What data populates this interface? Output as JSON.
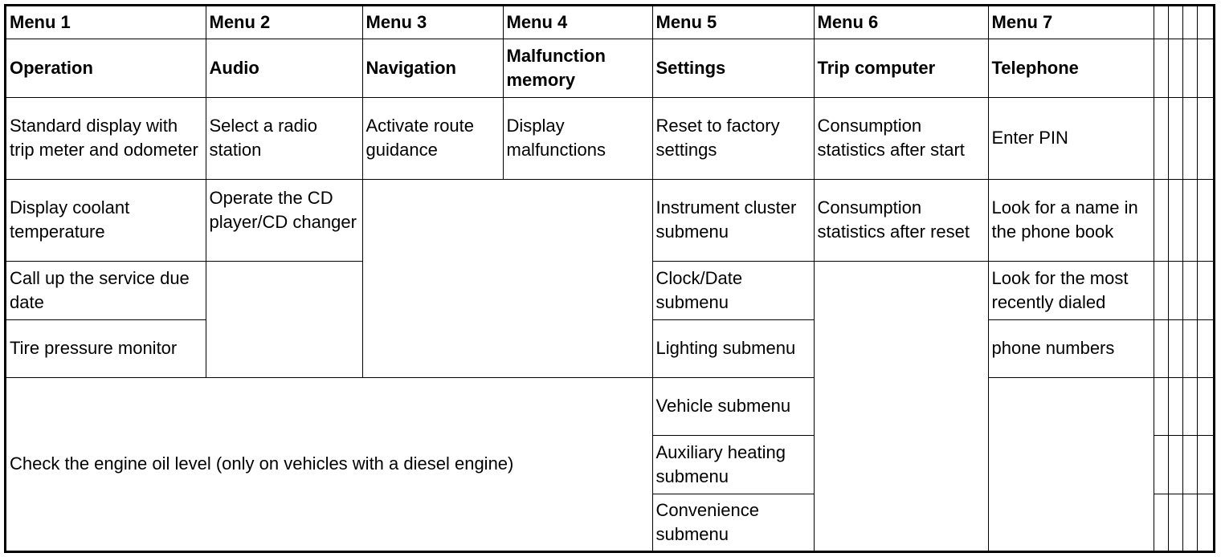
{
  "menus": [
    {
      "number": "Menu 1",
      "title": "Operation"
    },
    {
      "number": "Menu 2",
      "title": "Audio"
    },
    {
      "number": "Menu 3",
      "title": "Navigation"
    },
    {
      "number": "Menu 4",
      "title": "Malfunction memory"
    },
    {
      "number": "Menu 5",
      "title": "Settings"
    },
    {
      "number": "Menu 6",
      "title": "Trip computer"
    },
    {
      "number": "Menu 7",
      "title": "Telephone"
    }
  ],
  "operation": [
    "Standard display with trip meter and odometer",
    "Display coolant temperature",
    "Call up the service due date",
    "Tire pressure monitor"
  ],
  "audio": [
    "Select a radio station",
    "Operate the CD player/CD changer"
  ],
  "navigation": [
    "Activate route guidance"
  ],
  "malfunction_memory": [
    "Display malfunctions"
  ],
  "settings": [
    "Reset to factory settings",
    "Instrument cluster submenu",
    "Clock/Date submenu",
    "Lighting submenu",
    "Vehicle submenu",
    "Auxiliary heating submenu",
    "Convenience submenu"
  ],
  "trip_computer": [
    "Consumption statistics after start",
    "Consumption statistics after reset"
  ],
  "telephone": [
    "Enter PIN",
    "Look for a name in the phone book",
    "Look for the most recently dialed",
    "phone numbers"
  ],
  "shared_note": "Check the engine oil level (only on vehicles with a diesel engine)"
}
